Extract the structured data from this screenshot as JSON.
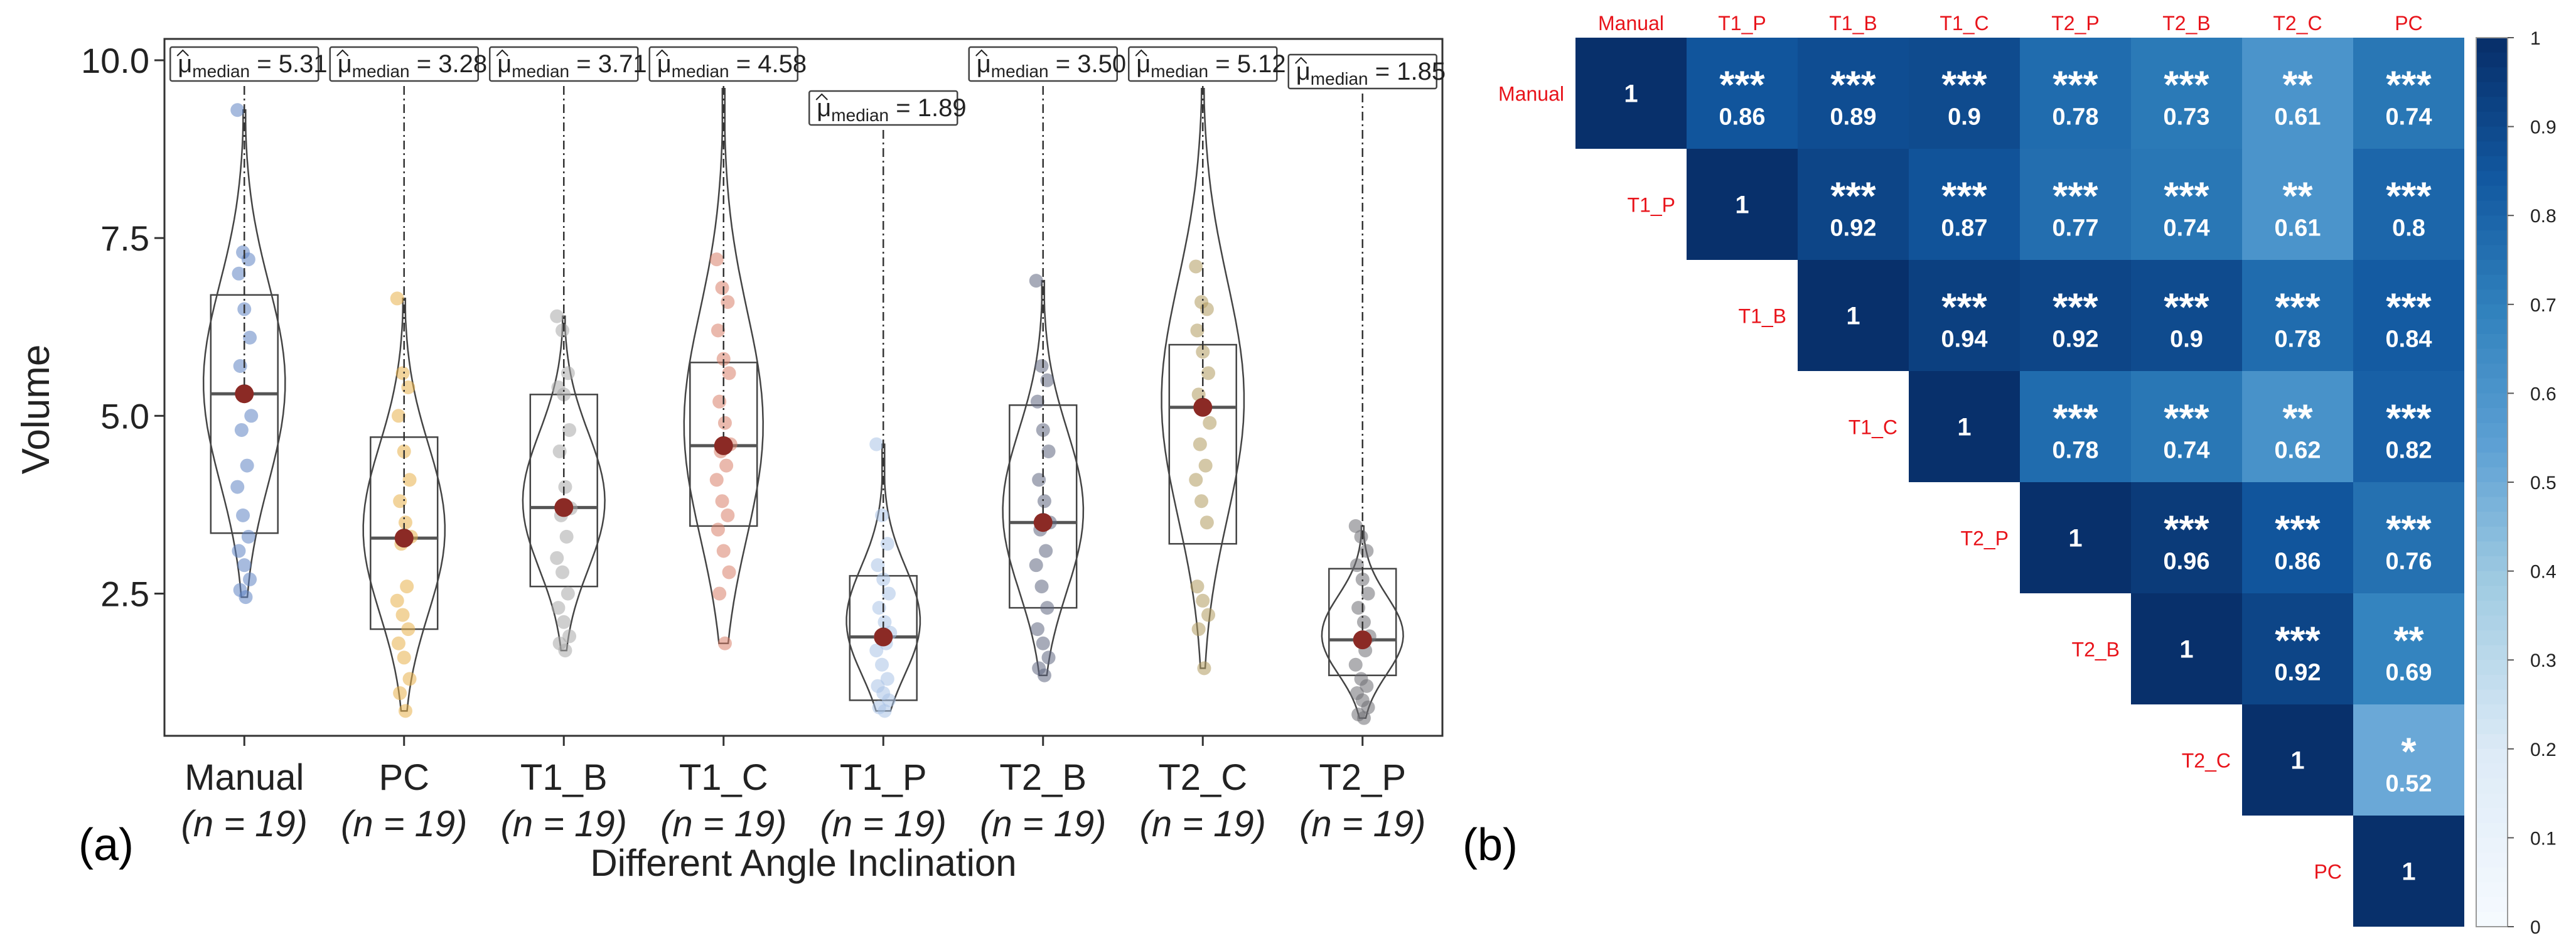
{
  "panel_labels": {
    "a": "(a)",
    "b": "(b)"
  },
  "chart_data": [
    {
      "type": "violin-box",
      "title": "",
      "xlabel": "Different Angle Inclination",
      "ylabel": "Volume",
      "ylim": [
        0.5,
        10.3
      ],
      "yticks": [
        2.5,
        5.0,
        7.5,
        10.0
      ],
      "ytick_labels": [
        "2.5",
        "5.0",
        "7.5",
        "10.0"
      ],
      "grid": false,
      "median_symbol": "μ",
      "median_subscript": "median",
      "series": [
        {
          "category": "Manual",
          "n_label": "(n = 19)",
          "n": 19,
          "median": 5.31,
          "median_label": "5.31",
          "q1": 3.35,
          "q3": 6.7,
          "min": 2.45,
          "max": 9.3,
          "color": "#5f83c2",
          "points": [
            9.3,
            7.3,
            7.2,
            7.0,
            6.5,
            6.1,
            5.7,
            5.3,
            5.0,
            4.8,
            4.3,
            4.0,
            3.6,
            3.3,
            3.1,
            2.9,
            2.7,
            2.55,
            2.45
          ]
        },
        {
          "category": "PC",
          "n_label": "(n = 19)",
          "n": 19,
          "median": 3.28,
          "median_label": "3.28",
          "q1": 2.0,
          "q3": 4.7,
          "min": 0.85,
          "max": 6.65,
          "color": "#e8b14a",
          "points": [
            6.65,
            5.6,
            5.4,
            5.0,
            4.5,
            4.1,
            3.8,
            3.5,
            3.3,
            3.2,
            2.6,
            2.4,
            2.2,
            2.0,
            1.8,
            1.6,
            1.3,
            1.1,
            0.85
          ]
        },
        {
          "category": "T1_B",
          "n_label": "(n = 19)",
          "n": 19,
          "median": 3.71,
          "median_label": "3.71",
          "q1": 2.6,
          "q3": 5.3,
          "min": 1.7,
          "max": 6.4,
          "color": "#a8a8a8",
          "points": [
            6.4,
            6.2,
            5.6,
            5.4,
            5.3,
            4.8,
            4.5,
            4.0,
            3.7,
            3.6,
            3.3,
            3.0,
            2.8,
            2.5,
            2.3,
            2.1,
            1.9,
            1.8,
            1.7
          ]
        },
        {
          "category": "T1_C",
          "n_label": "(n = 19)",
          "n": 19,
          "median": 4.58,
          "median_label": "4.58",
          "q1": 3.45,
          "q3": 5.75,
          "min": 1.8,
          "max": 9.6,
          "color": "#d9806a",
          "points": [
            7.2,
            6.8,
            6.6,
            6.2,
            5.8,
            5.6,
            5.2,
            4.9,
            4.6,
            4.5,
            4.3,
            4.1,
            3.8,
            3.6,
            3.4,
            3.1,
            2.8,
            2.5,
            1.8
          ]
        },
        {
          "category": "T1_P",
          "n_label": "(n = 19)",
          "n": 19,
          "median": 1.89,
          "median_label": "1.89",
          "q1": 1.0,
          "q3": 2.75,
          "min": 0.85,
          "max": 4.6,
          "color": "#a9c2e6",
          "points": [
            4.6,
            3.6,
            3.2,
            2.9,
            2.7,
            2.5,
            2.3,
            2.1,
            1.95,
            1.9,
            1.8,
            1.7,
            1.5,
            1.3,
            1.2,
            1.1,
            1.0,
            0.9,
            0.85
          ]
        },
        {
          "category": "T2_B",
          "n_label": "(n = 19)",
          "n": 19,
          "median": 3.5,
          "median_label": "3.50",
          "q1": 2.3,
          "q3": 5.15,
          "min": 1.35,
          "max": 6.9,
          "color": "#5f6680",
          "points": [
            6.9,
            5.7,
            5.5,
            5.2,
            4.8,
            4.5,
            4.1,
            3.8,
            3.5,
            3.4,
            3.1,
            2.9,
            2.6,
            2.3,
            2.0,
            1.8,
            1.6,
            1.45,
            1.35
          ]
        },
        {
          "category": "T2_C",
          "n_label": "(n = 19)",
          "n": 19,
          "median": 5.12,
          "median_label": "5.12",
          "q1": 3.2,
          "q3": 6.0,
          "min": 1.45,
          "max": 9.6,
          "color": "#b09a5e",
          "points": [
            7.1,
            6.6,
            6.5,
            6.2,
            5.9,
            5.6,
            5.3,
            5.1,
            4.9,
            4.6,
            4.3,
            4.1,
            3.8,
            3.5,
            2.6,
            2.4,
            2.2,
            2.0,
            1.45
          ]
        },
        {
          "category": "T2_P",
          "n_label": "(n = 19)",
          "n": 19,
          "median": 1.85,
          "median_label": "1.85",
          "q1": 1.35,
          "q3": 2.85,
          "min": 0.75,
          "max": 3.45,
          "color": "#6e6e72",
          "points": [
            3.45,
            3.3,
            3.1,
            2.9,
            2.7,
            2.5,
            2.3,
            2.1,
            1.9,
            1.85,
            1.7,
            1.5,
            1.3,
            1.2,
            1.1,
            1.0,
            0.9,
            0.8,
            0.75
          ]
        }
      ]
    },
    {
      "type": "heatmap",
      "title": "",
      "labels": [
        "Manual",
        "T1_P",
        "T1_B",
        "T1_C",
        "T2_P",
        "T2_B",
        "T2_C",
        "PC"
      ],
      "colorbar": {
        "min": 0,
        "max": 1,
        "ticks": [
          0,
          0.1,
          0.2,
          0.3,
          0.4,
          0.5,
          0.6,
          0.7,
          0.8,
          0.9,
          1
        ],
        "tick_labels": [
          "0",
          "0.1",
          "0.2",
          "0.3",
          "0.4",
          "0.5",
          "0.6",
          "0.7",
          "0.8",
          "0.9",
          "1"
        ]
      },
      "matrix": [
        [
          1,
          0.86,
          0.89,
          0.9,
          0.78,
          0.73,
          0.61,
          0.74
        ],
        [
          null,
          1,
          0.92,
          0.87,
          0.77,
          0.74,
          0.61,
          0.8
        ],
        [
          null,
          null,
          1,
          0.94,
          0.92,
          0.9,
          0.78,
          0.84
        ],
        [
          null,
          null,
          null,
          1,
          0.78,
          0.74,
          0.62,
          0.82
        ],
        [
          null,
          null,
          null,
          null,
          1,
          0.96,
          0.86,
          0.76
        ],
        [
          null,
          null,
          null,
          null,
          null,
          1,
          0.92,
          0.69
        ],
        [
          null,
          null,
          null,
          null,
          null,
          null,
          1,
          0.52
        ],
        [
          null,
          null,
          null,
          null,
          null,
          null,
          null,
          1
        ]
      ],
      "value_labels": [
        [
          "1",
          "0.86",
          "0.89",
          "0.9",
          "0.78",
          "0.73",
          "0.61",
          "0.74"
        ],
        [
          null,
          "1",
          "0.92",
          "0.87",
          "0.77",
          "0.74",
          "0.61",
          "0.8"
        ],
        [
          null,
          null,
          "1",
          "0.94",
          "0.92",
          "0.9",
          "0.78",
          "0.84"
        ],
        [
          null,
          null,
          null,
          "1",
          "0.78",
          "0.74",
          "0.62",
          "0.82"
        ],
        [
          null,
          null,
          null,
          null,
          "1",
          "0.96",
          "0.86",
          "0.76"
        ],
        [
          null,
          null,
          null,
          null,
          null,
          "1",
          "0.92",
          "0.69"
        ],
        [
          null,
          null,
          null,
          null,
          null,
          null,
          "1",
          "0.52"
        ],
        [
          null,
          null,
          null,
          null,
          null,
          null,
          null,
          "1"
        ]
      ],
      "stars": [
        [
          null,
          "***",
          "***",
          "***",
          "***",
          "***",
          "**",
          "***"
        ],
        [
          null,
          null,
          "***",
          "***",
          "***",
          "***",
          "**",
          "***"
        ],
        [
          null,
          null,
          null,
          "***",
          "***",
          "***",
          "***",
          "***"
        ],
        [
          null,
          null,
          null,
          null,
          "***",
          "***",
          "**",
          "***"
        ],
        [
          null,
          null,
          null,
          null,
          null,
          "***",
          "***",
          "***"
        ],
        [
          null,
          null,
          null,
          null,
          null,
          null,
          "***",
          "**"
        ],
        [
          null,
          null,
          null,
          null,
          null,
          null,
          null,
          "*"
        ],
        [
          null,
          null,
          null,
          null,
          null,
          null,
          null,
          null
        ]
      ]
    }
  ]
}
